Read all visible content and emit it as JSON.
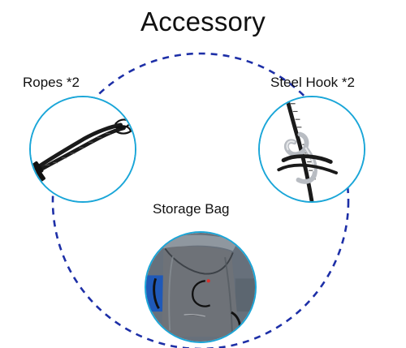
{
  "title": "Accessory",
  "items": [
    {
      "label": "Ropes *2"
    },
    {
      "label": "Steel Hook *2"
    },
    {
      "label": "Storage Bag"
    }
  ],
  "colors": {
    "dashed_circle": "#1d2fa7",
    "thumb_border": "#1aa6d8",
    "bag_gray": "#6e7278",
    "bag_blue": "#1f59b8",
    "rope_black": "#1a1a1a",
    "hook_steel": "#b8bcc2"
  }
}
